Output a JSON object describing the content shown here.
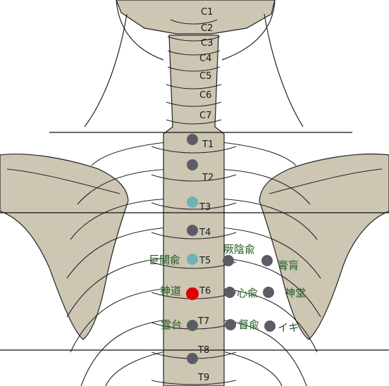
{
  "colors": {
    "bone": "#ccc6b3",
    "outline": "#222222",
    "point_gray": "#5c5c66",
    "point_teal": "#6fb2b4",
    "point_red": "#e00000",
    "label_green": "#1f5a1f",
    "background": "#ffffff"
  },
  "vertebrae": {
    "C1": "C1",
    "C2": "C2",
    "C3": "C3",
    "C4": "C4",
    "C5": "C5",
    "C6": "C6",
    "C7": "C7",
    "T1": "T1",
    "T2": "T2",
    "T3": "T3",
    "T4": "T4",
    "T5": "T5",
    "T6": "T6",
    "T7": "T7",
    "T8": "T8",
    "T9": "T9"
  },
  "acupoints": {
    "koketsuyu": "巨闕兪",
    "kuketsuinyu": "厥陰兪",
    "koko": "膏肓",
    "shindo": "神道",
    "shinyu": "心兪",
    "shindo_hall": "神堂",
    "reidai": "霊台",
    "tokuyu": "督兪",
    "iki": "イキ"
  }
}
